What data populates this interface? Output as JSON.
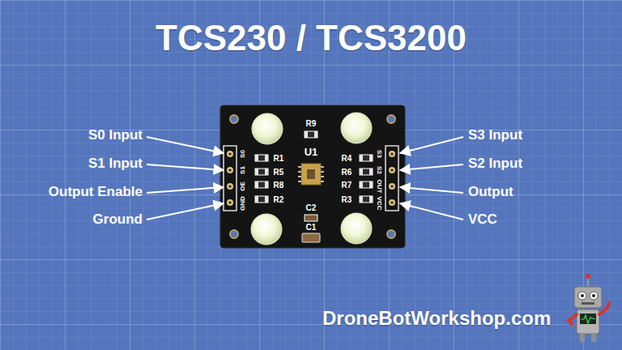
{
  "diagram": {
    "title": "TCS230 / TCS3200",
    "labels": [
      "S0 Input",
      "S1 Input",
      "Output Enable",
      "Ground",
      "S3 Input",
      "S2 Input",
      "Output",
      "VCC",
      "R9",
      "U1",
      "R1",
      "R5",
      "R8",
      "R2",
      "R4",
      "R6",
      "R7",
      "R3",
      "C2",
      "C1",
      "S0",
      "S1",
      "OE",
      "GND",
      "S3",
      "S2",
      "OUT",
      "VCC",
      "DroneBotWorkshop.com"
    ]
  }
}
